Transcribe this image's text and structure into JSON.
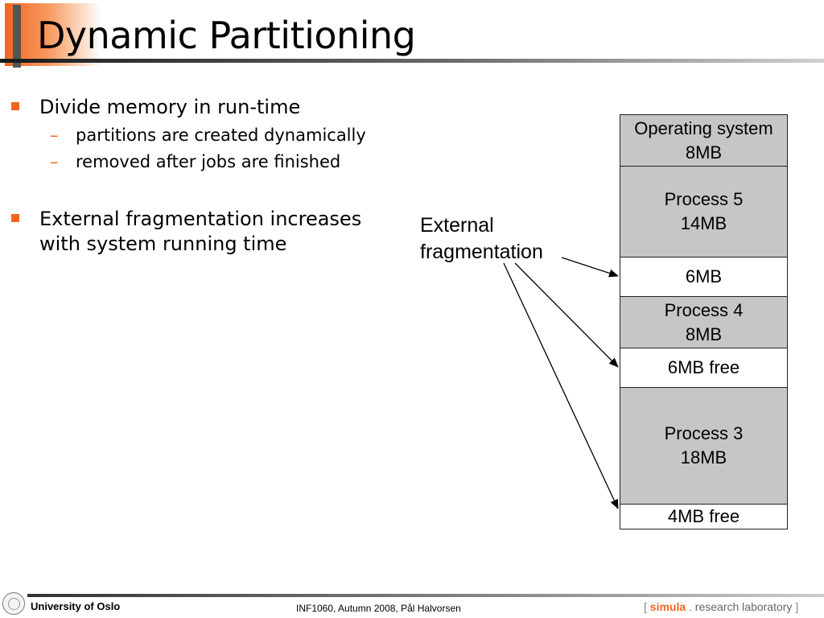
{
  "slide": {
    "title": "Dynamic Partitioning"
  },
  "bullets": [
    {
      "text": "Divide memory in run-time",
      "sub": [
        "partitions are created dynamically",
        "removed after jobs are finished"
      ]
    },
    {
      "text_line1": "External fragmentation increases",
      "text_line2": "with system running time"
    }
  ],
  "diagram": {
    "label_line1": "External",
    "label_line2": "fragmentation",
    "blocks": [
      {
        "line1": "Operating system",
        "line2": "8MB",
        "kind": "used"
      },
      {
        "line1": "Process 5",
        "line2": "14MB",
        "kind": "used"
      },
      {
        "line1": "6MB",
        "kind": "free"
      },
      {
        "line1": "Process 4",
        "line2": "8MB",
        "kind": "used"
      },
      {
        "line1": "6MB free",
        "kind": "free"
      },
      {
        "line1": "Process 3",
        "line2": "18MB",
        "kind": "used"
      },
      {
        "line1": "4MB free",
        "kind": "free"
      }
    ]
  },
  "footer": {
    "university": "University of Oslo",
    "course": "INF1060,  Autumn 2008,  Pål Halvorsen",
    "lab_open": "[",
    "lab_brand": "simula",
    "lab_rest": ". research laboratory",
    "lab_close": "]"
  },
  "colors": {
    "accent": "#f26522",
    "used_block": "#c6c6c6",
    "free_block": "#ffffff"
  }
}
